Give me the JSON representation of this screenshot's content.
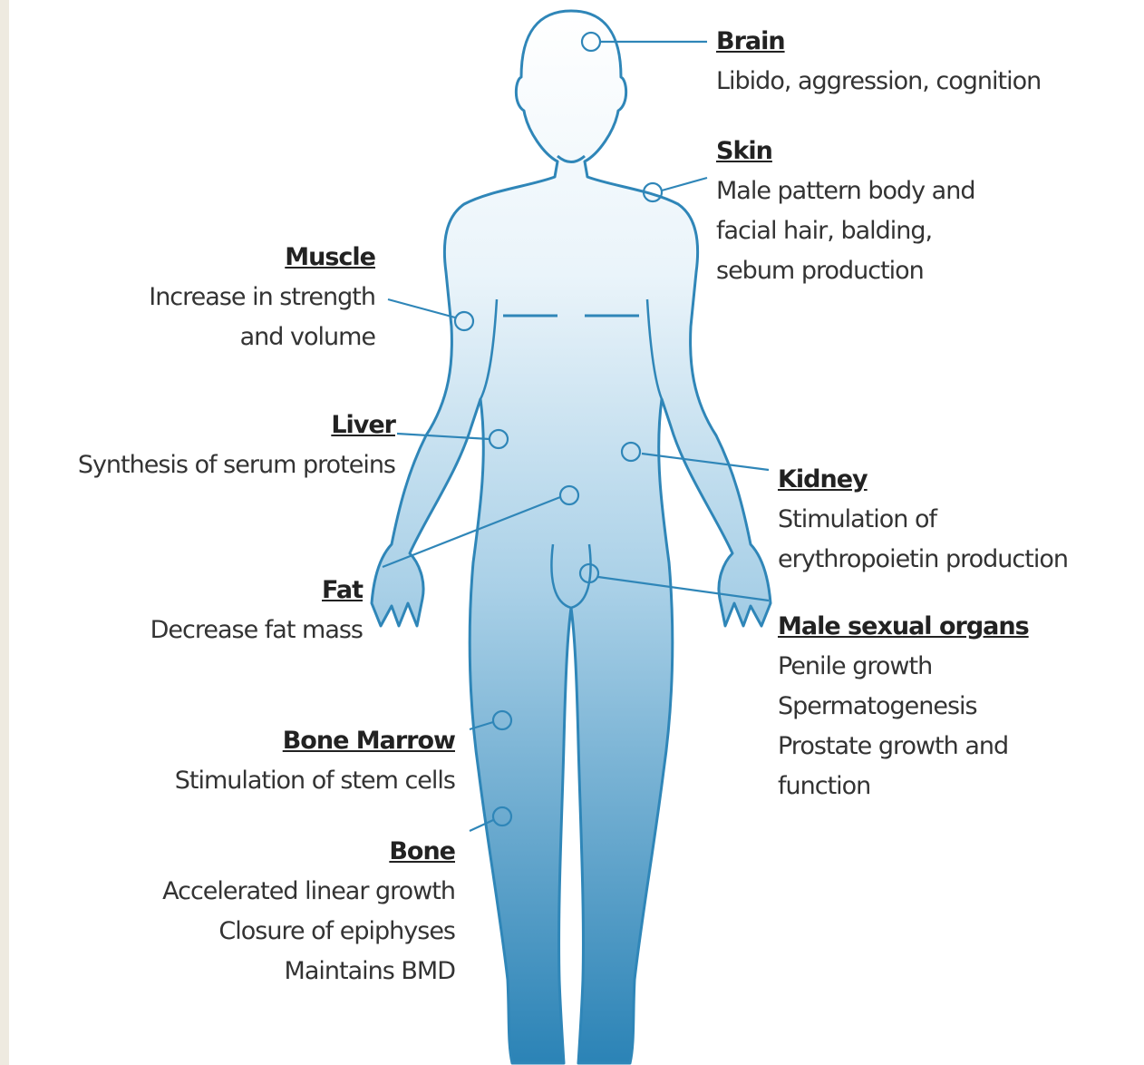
{
  "colors": {
    "outline": "#2f86b8",
    "body_top": "#ffffff",
    "body_bottom": "#2b83b6",
    "text": "#333333",
    "side_strip": "#eeeae0"
  },
  "organs": {
    "brain": {
      "title": "Brain",
      "lines": [
        "Libido, aggression, cognition"
      ]
    },
    "skin": {
      "title": "Skin",
      "lines": [
        "Male pattern body and",
        "facial hair, balding,",
        "sebum production"
      ]
    },
    "muscle": {
      "title": "Muscle",
      "lines": [
        "Increase in strength",
        "and volume"
      ]
    },
    "liver": {
      "title": "Liver",
      "lines": [
        "Synthesis of serum proteins"
      ]
    },
    "kidney": {
      "title": "Kidney",
      "lines": [
        "Stimulation of",
        "erythropoietin production"
      ]
    },
    "fat": {
      "title": "Fat",
      "lines": [
        "Decrease fat mass"
      ]
    },
    "male_organs": {
      "title": "Male sexual organs",
      "lines": [
        "Penile growth",
        "Spermatogenesis",
        "Prostate growth and",
        "function"
      ]
    },
    "bone_marrow": {
      "title": "Bone Marrow",
      "lines": [
        "Stimulation of stem cells"
      ]
    },
    "bone": {
      "title": "Bone",
      "lines": [
        "Accelerated linear growth",
        "Closure of epiphyses",
        "Maintains BMD"
      ]
    }
  }
}
